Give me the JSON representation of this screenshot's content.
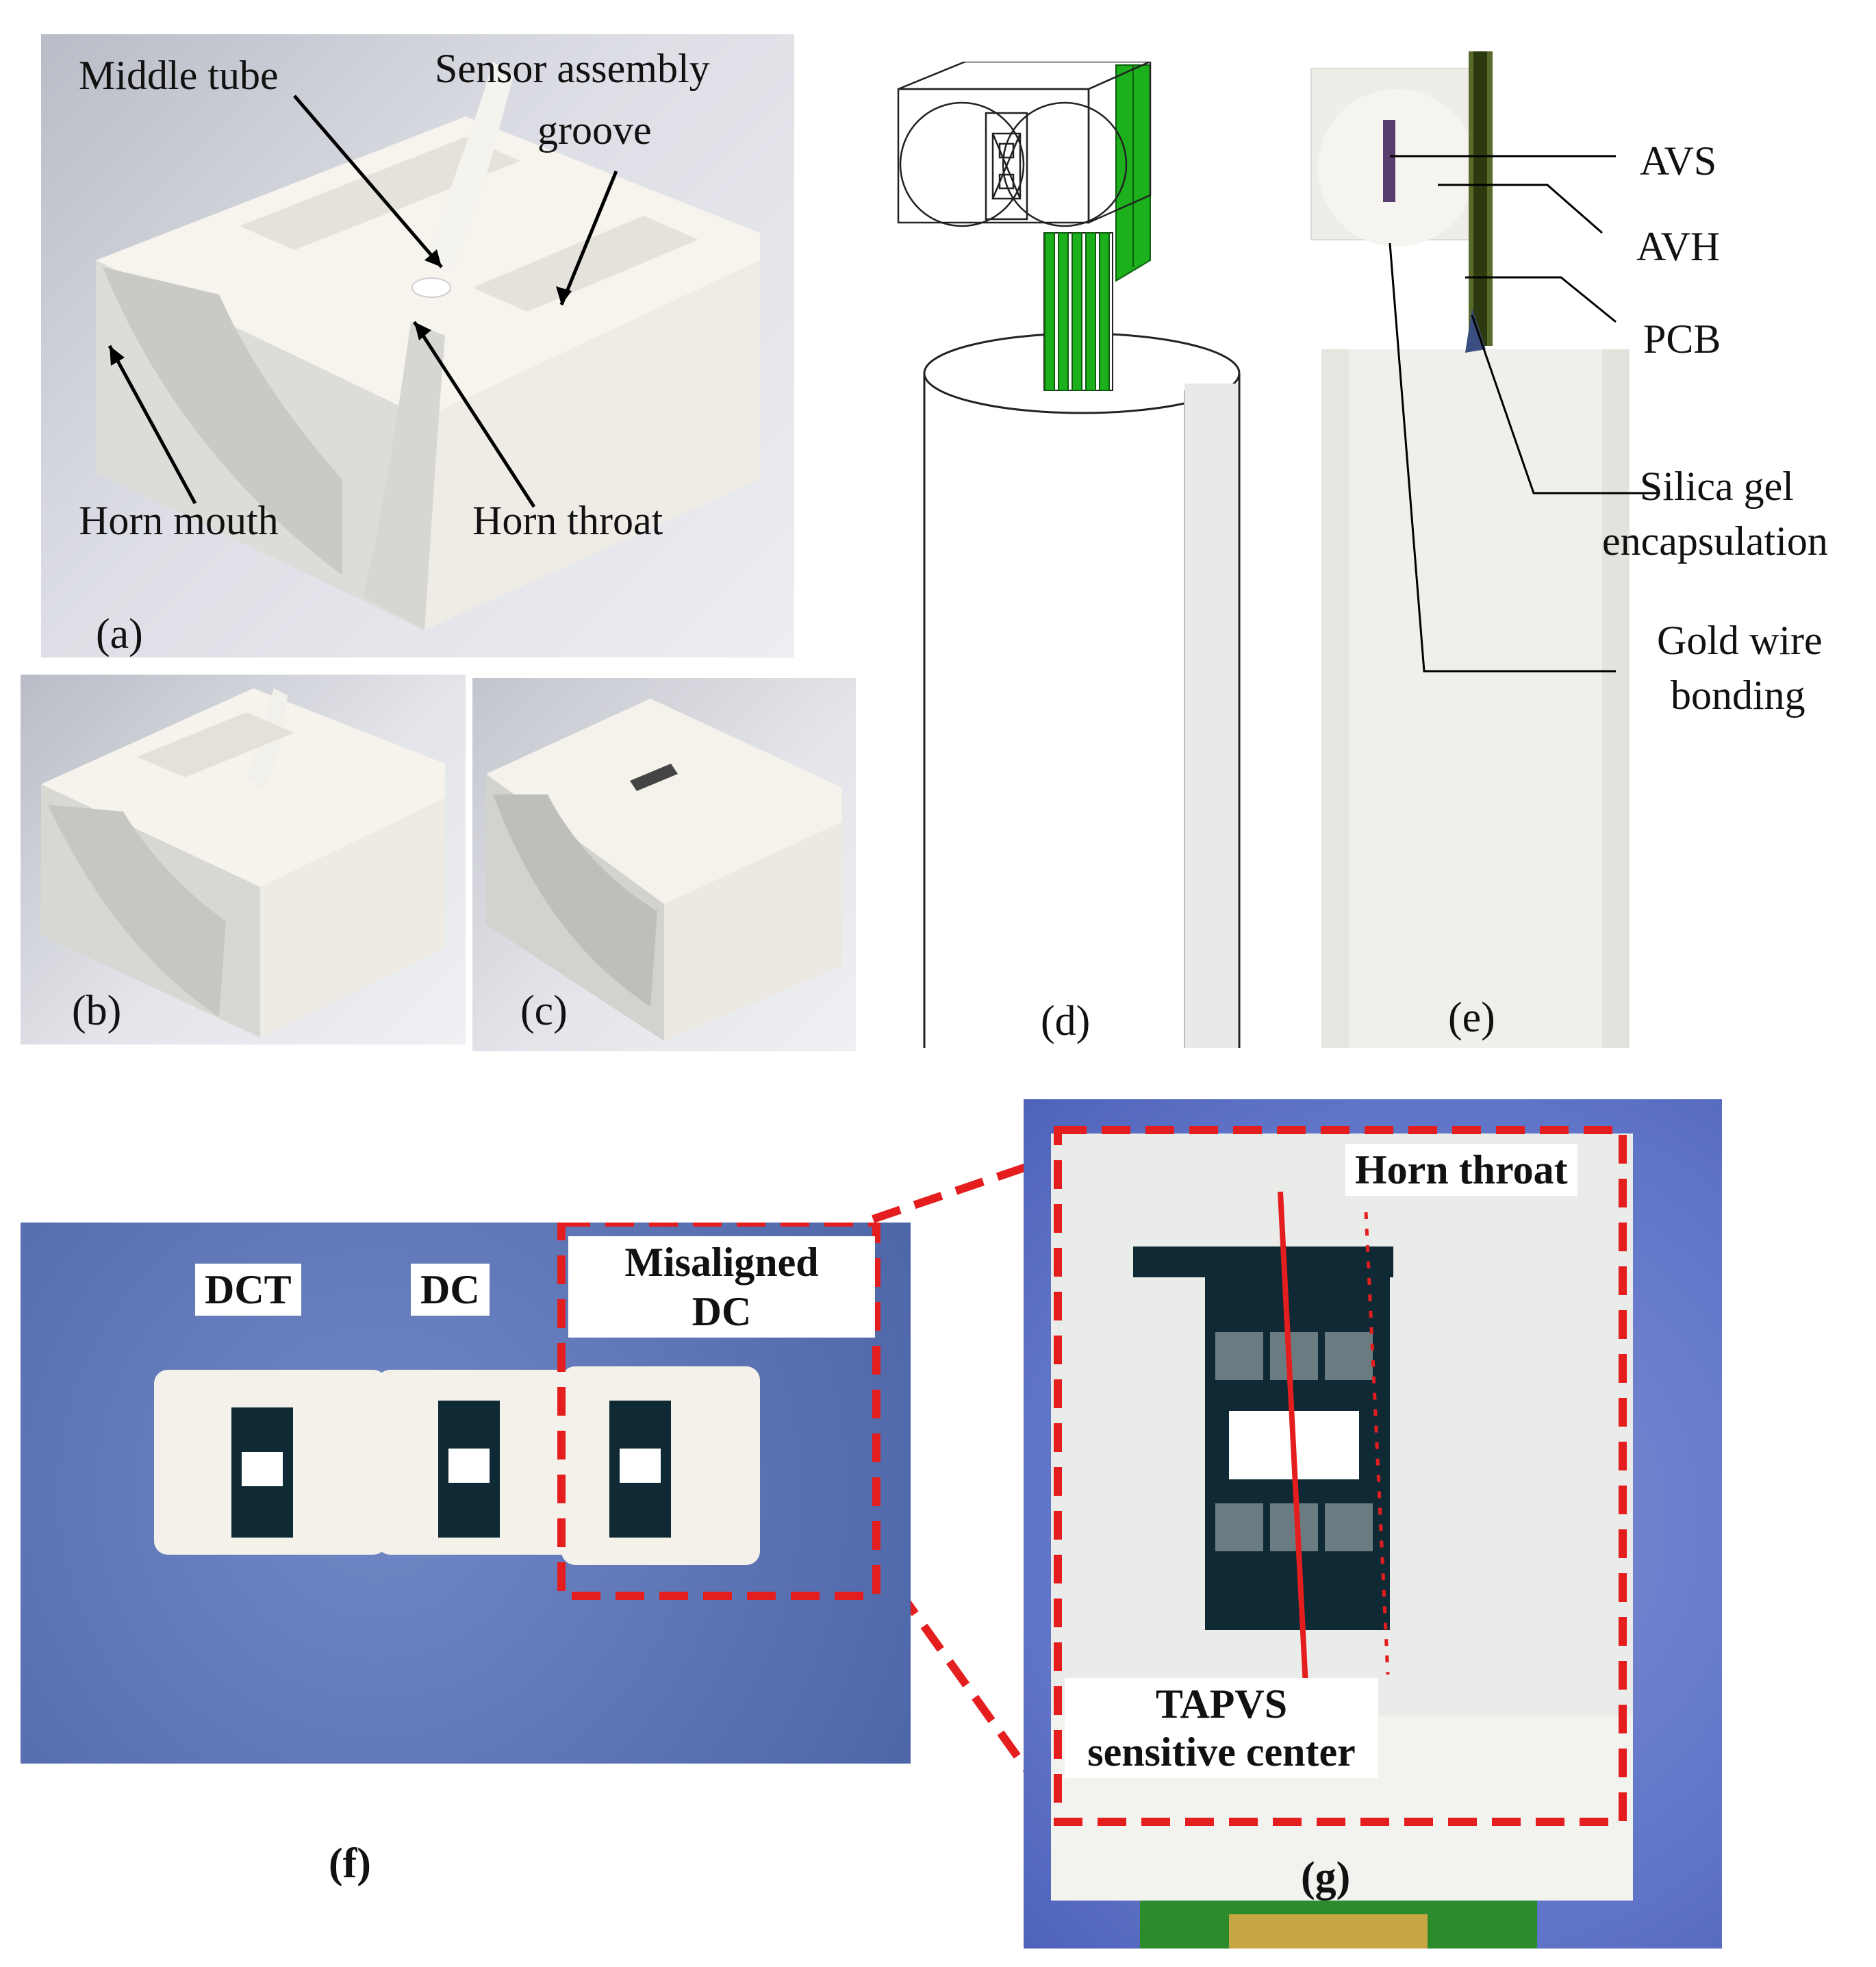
{
  "panel_a": {
    "labels": {
      "middle_tube": "Middle tube",
      "sensor_assembly_groove_line1": "Sensor assembly",
      "sensor_assembly_groove_line2": "groove",
      "horn_mouth": "Horn mouth",
      "horn_throat": "Horn throat"
    },
    "tag": "(a)"
  },
  "panel_b": {
    "tag": "(b)"
  },
  "panel_c": {
    "tag": "(c)"
  },
  "panel_d": {
    "tag": "(d)"
  },
  "panel_e": {
    "tag": "(e)",
    "labels": {
      "avs": "AVS",
      "avh": "AVH",
      "pcb": "PCB",
      "silica_line1": "Silica gel",
      "silica_line2": "encapsulation",
      "gold_line1": "Gold wire",
      "gold_line2": "bonding"
    }
  },
  "panel_f": {
    "tag": "(f)",
    "labels": {
      "dct": "DCT",
      "dc": "DC",
      "misaligned_line1": "Misaligned",
      "misaligned_line2": "DC"
    }
  },
  "panel_g": {
    "tag": "(g)",
    "labels": {
      "horn_throat": "Horn throat",
      "tapvs_line1": "TAPVS",
      "tapvs_line2": "sensitive center"
    }
  },
  "colors": {
    "highlight_red": "#e41e1e",
    "pcb_green": "#1cb11c",
    "photo_blue": "#5f78b8",
    "mount_white": "#f3f1ea",
    "chip_dark": "#0f2a35"
  }
}
